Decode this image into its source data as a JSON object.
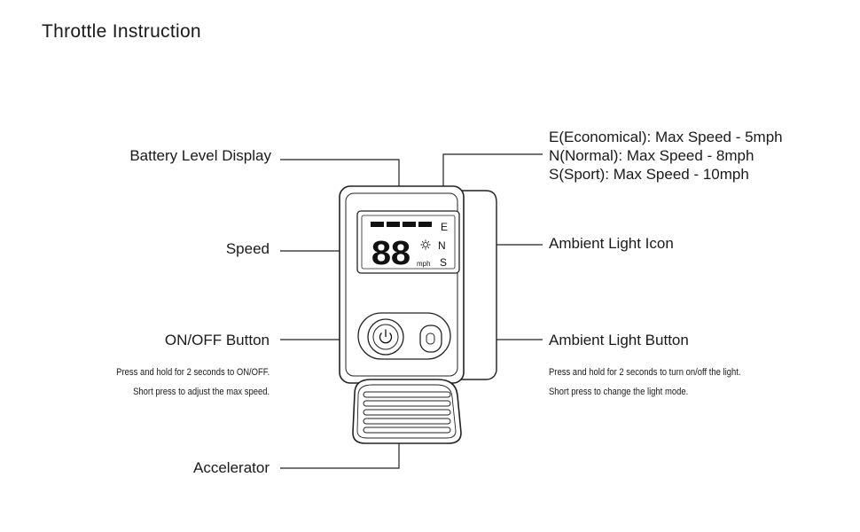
{
  "title": "Throttle Instruction",
  "labels": {
    "battery": "Battery Level Display",
    "speed": "Speed",
    "onoff": "ON/OFF Button",
    "onoff_note_1": "Press and hold for 2 seconds to ON/OFF.",
    "onoff_note_2": "Short press to adjust the max speed.",
    "accelerator": "Accelerator",
    "mode_e": "E(Economical): Max Speed - 5mph",
    "mode_n": "N(Normal): Max Speed - 8mph",
    "mode_s": "S(Sport): Max Speed - 10mph",
    "ambient_icon": "Ambient Light Icon",
    "ambient_button": "Ambient Light Button",
    "ambient_note_1": "Press and hold for 2 seconds to turn on/off the light.",
    "ambient_note_2": "Short press to change the light mode."
  },
  "display": {
    "speed_value": "88",
    "unit": "mph",
    "modes": [
      "E",
      "N",
      "S"
    ],
    "battery_bars": 4
  },
  "icons": {
    "power": "power-icon",
    "ambient": "sun-icon"
  },
  "colors": {
    "ink": "#1a1a1a",
    "line": "#222222"
  }
}
